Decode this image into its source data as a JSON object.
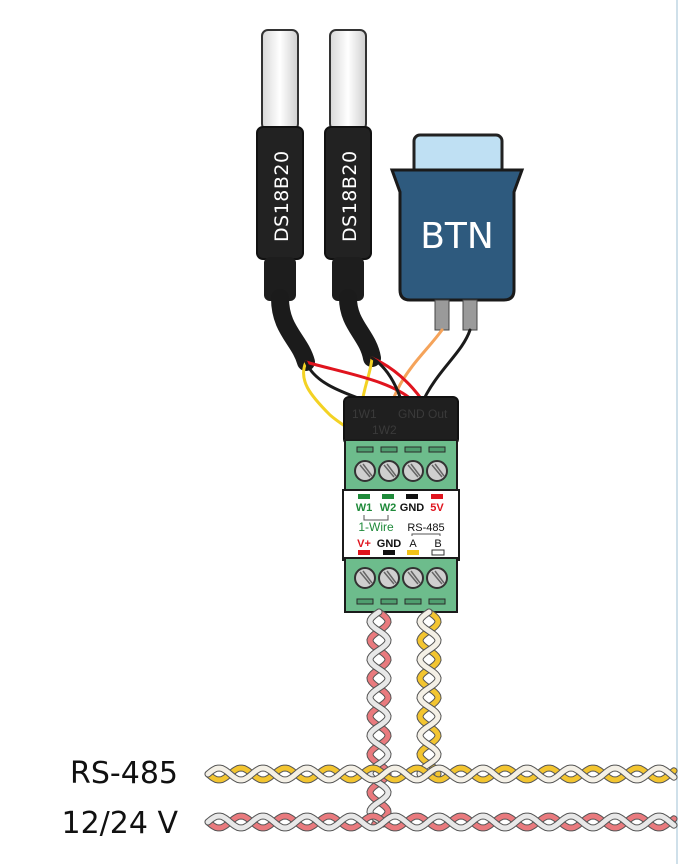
{
  "sensors": [
    {
      "label": "DS18B20"
    },
    {
      "label": "DS18B20"
    }
  ],
  "button": {
    "label": "BTN"
  },
  "terminal_top": {
    "faint_labels": [
      "1W1",
      "1W2",
      "GND",
      "Out"
    ]
  },
  "label_panel": {
    "top_pins": [
      {
        "label": "W1",
        "color": "#1f8a3a"
      },
      {
        "label": "W2",
        "color": "#1f8a3a"
      },
      {
        "label": "GND",
        "color": "#111111"
      },
      {
        "label": "5V",
        "color": "#e0141e"
      }
    ],
    "group_onewire": "1-Wire",
    "group_rs485": "RS-485",
    "bottom_pins": [
      {
        "label": "V+",
        "color": "#e0141e"
      },
      {
        "label": "GND",
        "color": "#111111"
      },
      {
        "label": "A",
        "color": "#f2c318"
      },
      {
        "label": "B",
        "color": "#ffffff"
      }
    ]
  },
  "buses": [
    {
      "label": "RS-485",
      "colors": [
        "#f3c530",
        "#f4f0e6"
      ]
    },
    {
      "label": "12/24 V",
      "colors": [
        "#e97a7e",
        "#e8e8e8"
      ]
    }
  ],
  "colors": {
    "terminal_green": "#6dbc8c",
    "button_blue": "#2e5a7e",
    "cable_black": "#1b1b1b"
  }
}
